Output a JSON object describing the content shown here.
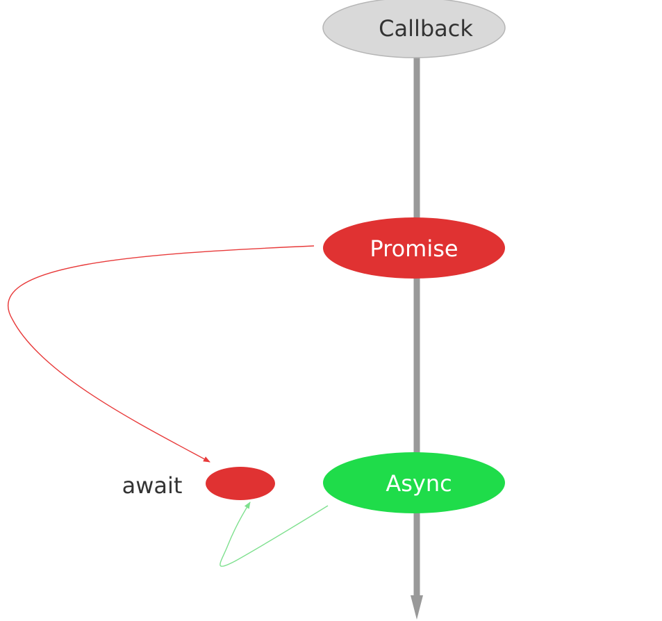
{
  "nodes": {
    "callback": {
      "label": "Callback",
      "fill": "#d9d9d9",
      "text_color": "#333333"
    },
    "promise": {
      "label": "Promise",
      "fill": "#e03232",
      "text_color": "#ffffff"
    },
    "async": {
      "label": "Async",
      "fill": "#1fdc4a",
      "text_color": "#ffffff"
    },
    "await": {
      "label": "await",
      "fill": "#e03232",
      "text_color": "#333333"
    }
  },
  "edges": {
    "timeline": {
      "color": "#999999"
    },
    "promise_to_await": {
      "color": "#e83a3a"
    },
    "async_to_await": {
      "color": "#7ee08e"
    }
  }
}
